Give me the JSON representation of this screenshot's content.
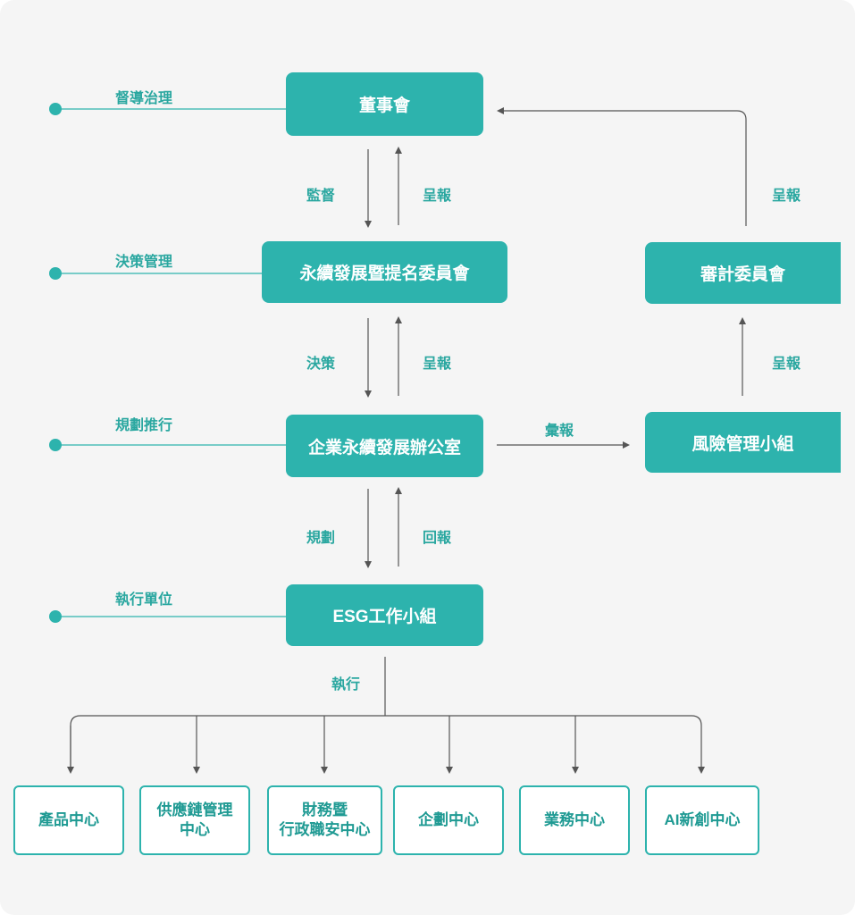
{
  "nodes": {
    "board": "董事會",
    "sustain_committee": "永續發展暨提名委員會",
    "esg_office": "企業永續發展辦公室",
    "esg_group": "ESG工作小組",
    "audit_committee": "審計委員會",
    "risk_group": "風險管理小組"
  },
  "levels": {
    "governance": "督導治理",
    "decision": "決策管理",
    "planning": "規劃推行",
    "execution": "執行單位"
  },
  "edges": {
    "supervise": "監督",
    "report1": "呈報",
    "decide": "決策",
    "report2": "呈報",
    "plan": "規劃",
    "reply": "回報",
    "consolidate": "彙報",
    "audit_report": "呈報",
    "risk_report": "呈報",
    "execute": "執行"
  },
  "departments": [
    "產品中心",
    "供應鏈管理\n中心",
    "財務暨\n行政職安中心",
    "企劃中心",
    "業務中心",
    "AI新創中心"
  ],
  "colors": {
    "accent": "#2db3ad",
    "label": "#2aa7a0",
    "line": "#555555",
    "background": "#f5f5f5"
  }
}
